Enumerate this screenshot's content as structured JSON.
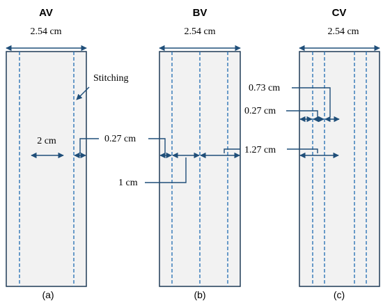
{
  "panels": [
    {
      "title": "AV",
      "caption": "(a)",
      "width_label": "2.54 cm",
      "stitching_label": "Stitching",
      "spacing_label": "2 cm",
      "offset_label": "0.27 cm"
    },
    {
      "title": "BV",
      "caption": "(b)",
      "width_label": "2.54 cm",
      "offset_label": "0.27 cm",
      "spacing_label": "1 cm",
      "center_label": "1.27 cm"
    },
    {
      "title": "CV",
      "caption": "(c)",
      "width_label": "2.54 cm",
      "outer_label": "0.73 cm",
      "inner_label": "0.27 cm"
    }
  ],
  "colors": {
    "strip_fill": "#f2f2f2",
    "strip_border": "#1f3b57",
    "stitch": "#2e75b6",
    "arrow": "#1f4e79"
  }
}
